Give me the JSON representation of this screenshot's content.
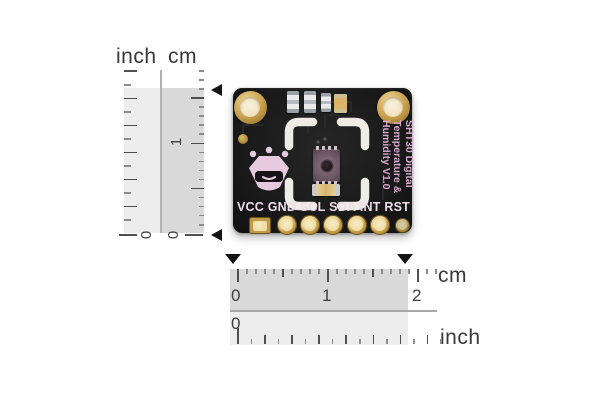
{
  "left_ruler": {
    "inch_label": "inch",
    "cm_label": "cm",
    "cm_one_label": "1",
    "inch_zero_label": "0",
    "cm_zero_label": "0"
  },
  "bottom_ruler": {
    "cm_label": "cm",
    "inch_label": "inch",
    "cm_tick_labels": [
      "0",
      "1",
      "2"
    ],
    "inch_zero_label": "0"
  },
  "board": {
    "silkscreen_title_lines": [
      "SHT30 Digital",
      "Temperature &",
      "Humidity V1.0"
    ],
    "pin_labels": [
      "VCC",
      "GND",
      "SCL",
      "SDA",
      "INT",
      "RST"
    ],
    "colors": {
      "pcb_black": "#1b1b1b",
      "silkscreen_pink": "#d9a9ce",
      "pin_label_pink": "#eeddea",
      "pad_gold": "#c09a44",
      "logo_pink": "#e7c9e0",
      "bracket_white": "#efece6"
    }
  }
}
